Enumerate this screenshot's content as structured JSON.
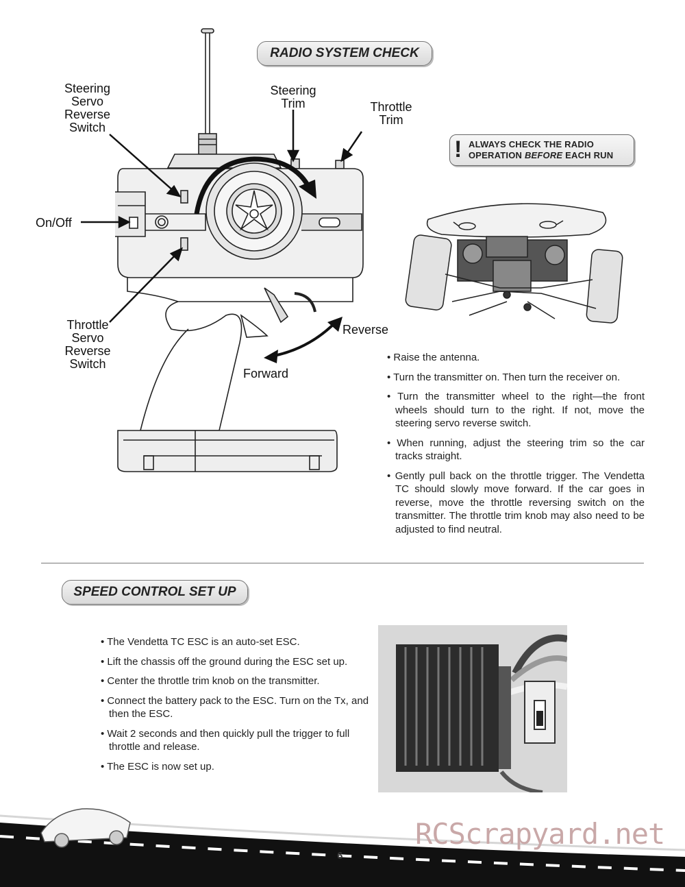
{
  "radio_section": {
    "title": "RADIO SYSTEM CHECK",
    "callouts": {
      "steering_servo_reverse": "Steering\nServo\nReverse\nSwitch",
      "steering_trim": "Steering\nTrim",
      "throttle_trim": "Throttle\nTrim",
      "on_off": "On/Off",
      "throttle_servo_reverse": "Throttle\nServo\nReverse\nSwitch",
      "reverse": "Reverse",
      "forward": "Forward"
    },
    "warning": {
      "line1": "ALWAYS CHECK THE RADIO",
      "line2_pre": "OPERATION ",
      "line2_em": "BEFORE",
      "line2_post": " EACH RUN"
    },
    "steps": [
      "• Raise the antenna.",
      "• Turn the transmitter on. Then turn the receiver on.",
      "• Turn the transmitter wheel to the right—the front wheels should turn to the right. If not, move the steering servo reverse switch.",
      "• When running, adjust the steering trim so the car tracks straight.",
      "• Gently pull back on the throttle trigger. The Vendetta TC should slowly move forward. If the car goes in reverse, move the throttle reversing switch on the transmitter. The throttle trim knob may also need to be adjusted to find neutral."
    ]
  },
  "speed_section": {
    "title": "SPEED CONTROL SET UP",
    "steps": [
      "• The Vendetta TC ESC is an auto-set ESC.",
      "• Lift the chassis off the ground during the ESC set up.",
      "• Center the throttle trim knob on the transmitter.",
      "• Connect the battery pack to the ESC. Turn on the Tx, and then the ESC.",
      "• Wait 2 seconds and then quickly pull the trigger to full throttle and release.",
      "• The ESC is now set up."
    ]
  },
  "footer": {
    "page_number": "6",
    "watermark": "RCScrapyard.net"
  }
}
